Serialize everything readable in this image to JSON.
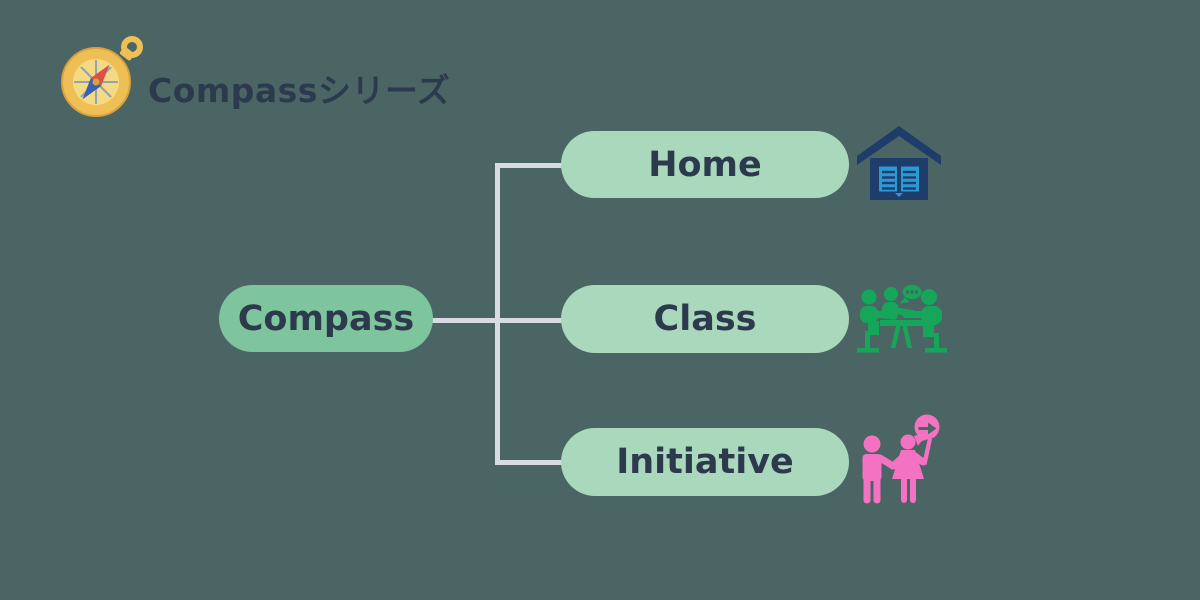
{
  "header": {
    "title": "Compassシリーズ",
    "logo_icon": "compass-icon"
  },
  "diagram": {
    "root": {
      "label": "Compass"
    },
    "children": [
      {
        "label": "Home",
        "icon": "house-open-book-icon"
      },
      {
        "label": "Class",
        "icon": "meeting-table-icon"
      },
      {
        "label": "Initiative",
        "icon": "people-guide-sign-icon"
      }
    ]
  },
  "colors": {
    "background": "#4b6564",
    "title_text": "#2d3a4e",
    "node_text": "#2d3a4e",
    "root_node_fill": "#7ec49d",
    "child_node_fill": "#aad8bc",
    "connector": "#d7dce4",
    "home_icon_navy": "#1e3d6b",
    "home_icon_blue": "#2a9ad6",
    "class_icon_green": "#16a65a",
    "initiative_icon_pink": "#f472c2",
    "compass_gold": "#eebf55",
    "compass_gold_dark": "#d9a23d",
    "compass_face": "#f5da85",
    "compass_needle_red": "#dc5146",
    "compass_needle_blue": "#3c5fae",
    "compass_cross": "#8fa3b0"
  }
}
